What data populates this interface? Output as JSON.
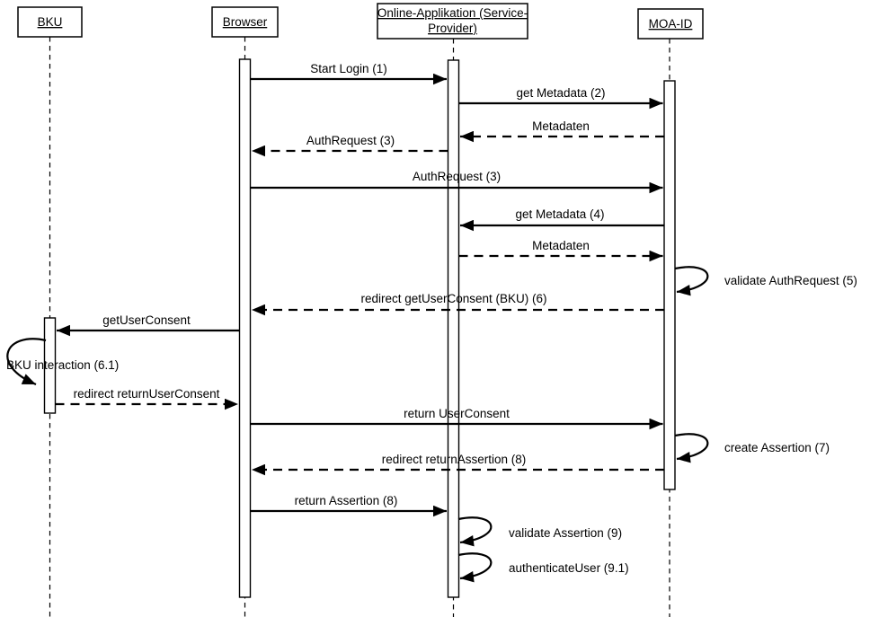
{
  "diagram": {
    "type": "uml-sequence-diagram",
    "colors": {
      "line": "#000000",
      "background": "#ffffff"
    },
    "actors": [
      {
        "id": "bku",
        "label": "BKU"
      },
      {
        "id": "browser",
        "label": "Browser"
      },
      {
        "id": "online-app",
        "label_line1": "Online-Applikation (Service-",
        "label_line2": "Provider)"
      },
      {
        "id": "moa-id",
        "label": "MOA-ID"
      }
    ],
    "messages": [
      {
        "label": "Start Login (1)",
        "from": "Browser",
        "to": "Online-Applikation (Service-Provider)",
        "type": "solid"
      },
      {
        "label": "get Metadata (2)",
        "from": "Online-Applikation (Service-Provider)",
        "to": "MOA-ID",
        "type": "solid"
      },
      {
        "label": "Metadaten",
        "from": "MOA-ID",
        "to": "Online-Applikation (Service-Provider)",
        "type": "dashed"
      },
      {
        "label": "AuthRequest (3)",
        "from": "Online-Applikation (Service-Provider)",
        "to": "Browser",
        "type": "dashed"
      },
      {
        "label": "AuthRequest (3)",
        "from": "Browser",
        "to": "MOA-ID",
        "type": "solid"
      },
      {
        "label": "get Metadata (4)",
        "from": "MOA-ID",
        "to": "Online-Applikation (Service-Provider)",
        "type": "solid"
      },
      {
        "label": "Metadaten",
        "from": "Online-Applikation (Service-Provider)",
        "to": "MOA-ID",
        "type": "dashed"
      },
      {
        "label": "validate AuthRequest (5)",
        "from": "MOA-ID",
        "to": "MOA-ID",
        "type": "self"
      },
      {
        "label": "redirect getUserConsent (BKU) (6)",
        "from": "MOA-ID",
        "to": "Browser",
        "type": "dashed"
      },
      {
        "label": "getUserConsent",
        "from": "Browser",
        "to": "BKU",
        "type": "solid"
      },
      {
        "label": "BKU interaction (6.1)",
        "from": "BKU",
        "to": "BKU",
        "type": "self"
      },
      {
        "label": "redirect returnUserConsent",
        "from": "BKU",
        "to": "Browser",
        "type": "dashed"
      },
      {
        "label": "return UserConsent",
        "from": "Browser",
        "to": "MOA-ID",
        "type": "solid"
      },
      {
        "label": "create Assertion (7)",
        "from": "MOA-ID",
        "to": "MOA-ID",
        "type": "self"
      },
      {
        "label": "redirect returnAssertion (8)",
        "from": "MOA-ID",
        "to": "Browser",
        "type": "dashed"
      },
      {
        "label": "return Assertion (8)",
        "from": "Browser",
        "to": "Online-Applikation (Service-Provider)",
        "type": "solid"
      },
      {
        "label": "validate Assertion (9)",
        "from": "Online-Applikation (Service-Provider)",
        "to": "Online-Applikation (Service-Provider)",
        "type": "self"
      },
      {
        "label": "authenticateUser (9.1)",
        "from": "Online-Applikation (Service-Provider)",
        "to": "Online-Applikation (Service-Provider)",
        "type": "self"
      }
    ]
  }
}
